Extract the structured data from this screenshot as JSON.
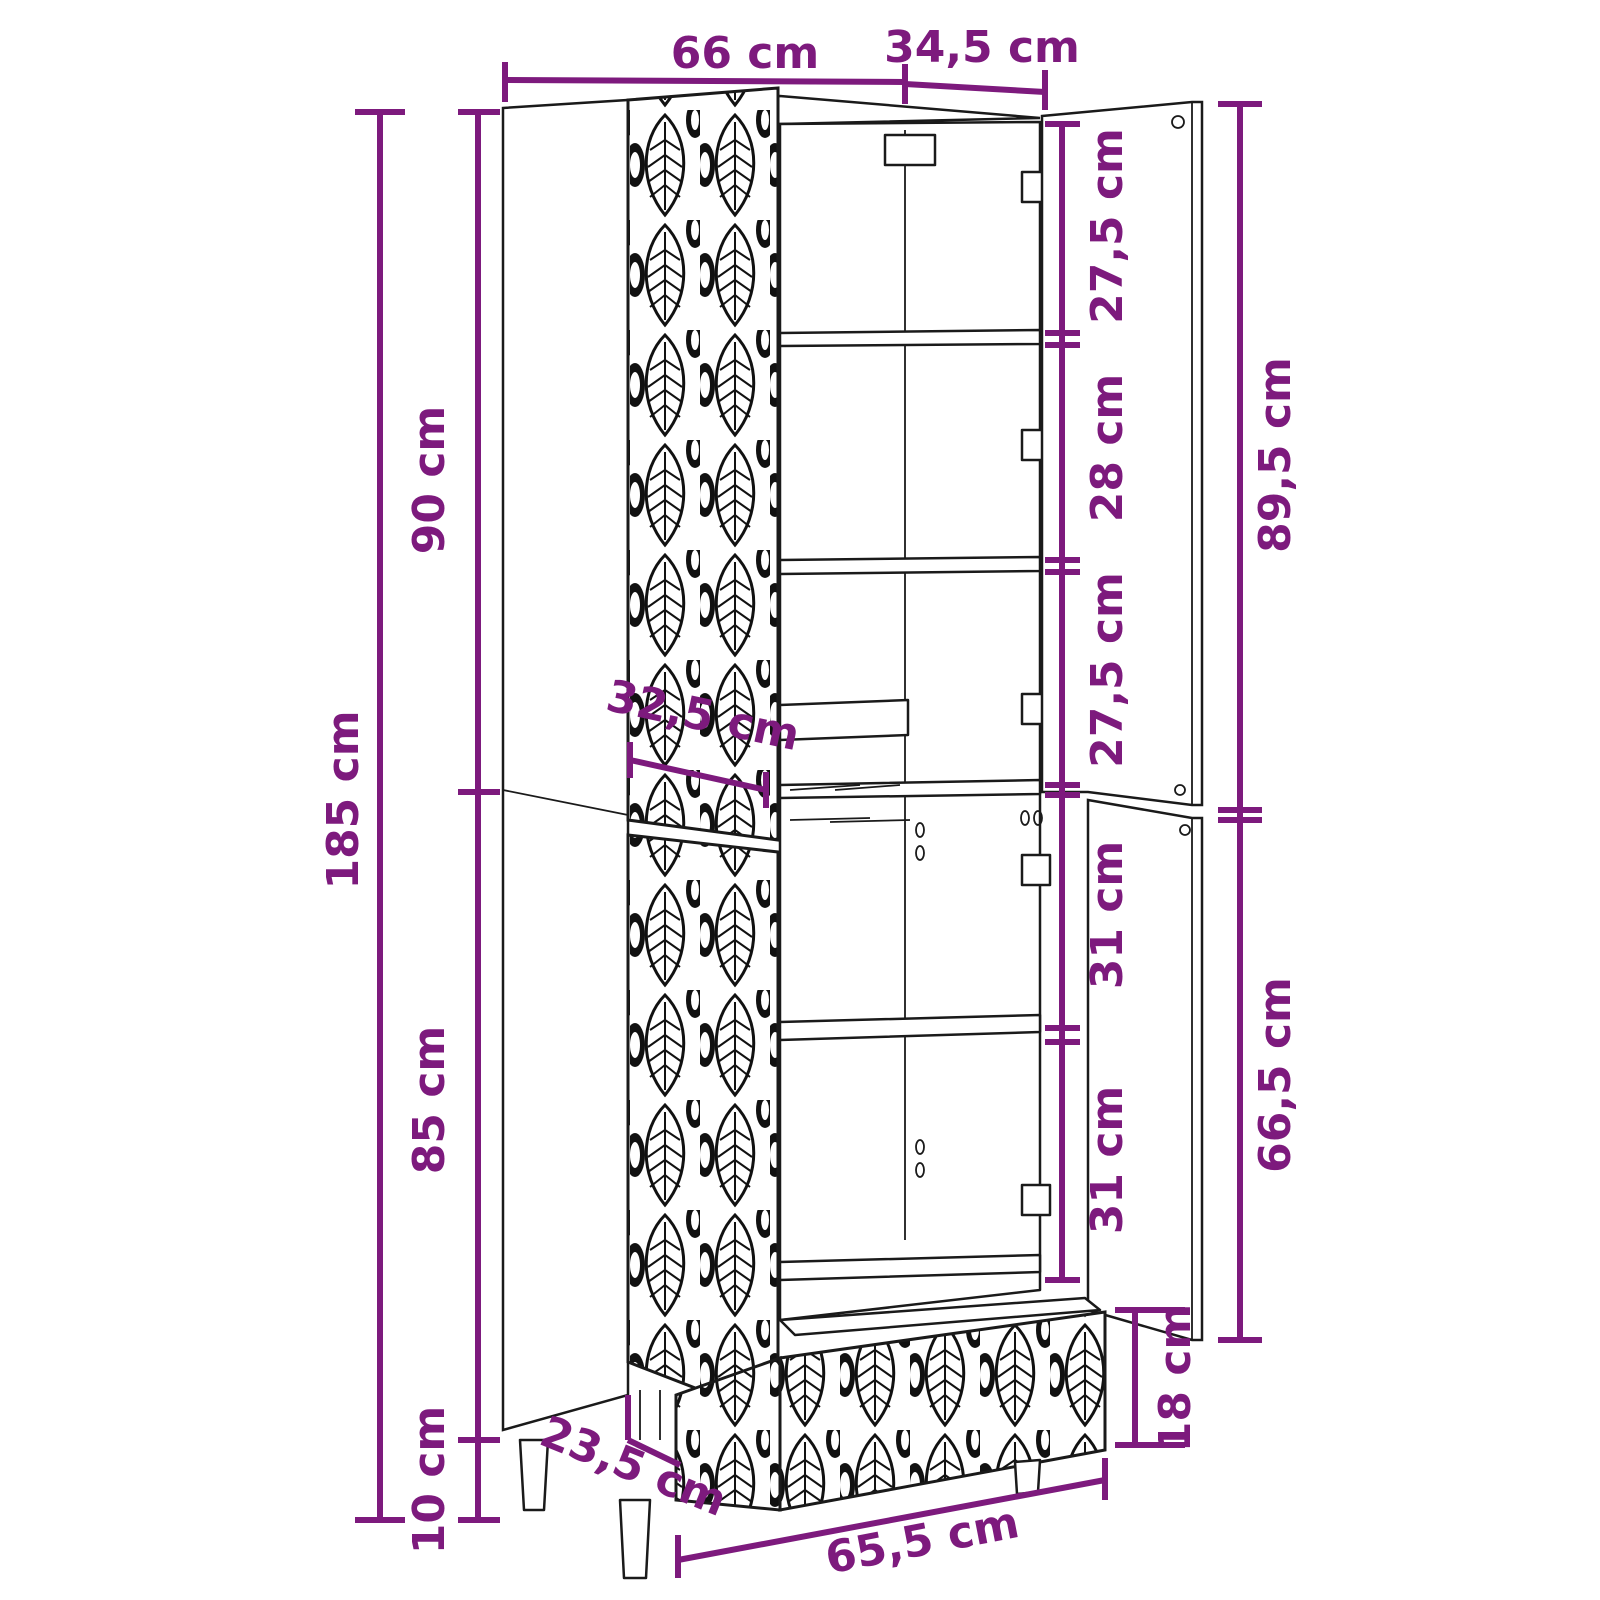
{
  "dimension_color": "#7d1a7d",
  "line_color": "#1a1a1a",
  "pattern": "leaf-pattern",
  "labels": {
    "width_top": "66 cm",
    "depth_top": "34,5 cm",
    "height_total": "185 cm",
    "height_upper": "90 cm",
    "height_lower": "85 cm",
    "height_legs": "10 cm",
    "shelf_1": "27,5 cm",
    "shelf_2": "28 cm",
    "shelf_3": "27,5 cm",
    "shelf_4": "31 cm",
    "shelf_5": "31 cm",
    "door_upper": "89,5 cm",
    "door_lower": "66,5 cm",
    "drawer_height": "18 cm",
    "inner_depth": "32,5 cm",
    "drawer_depth": "23,5 cm",
    "drawer_width": "65,5 cm"
  }
}
